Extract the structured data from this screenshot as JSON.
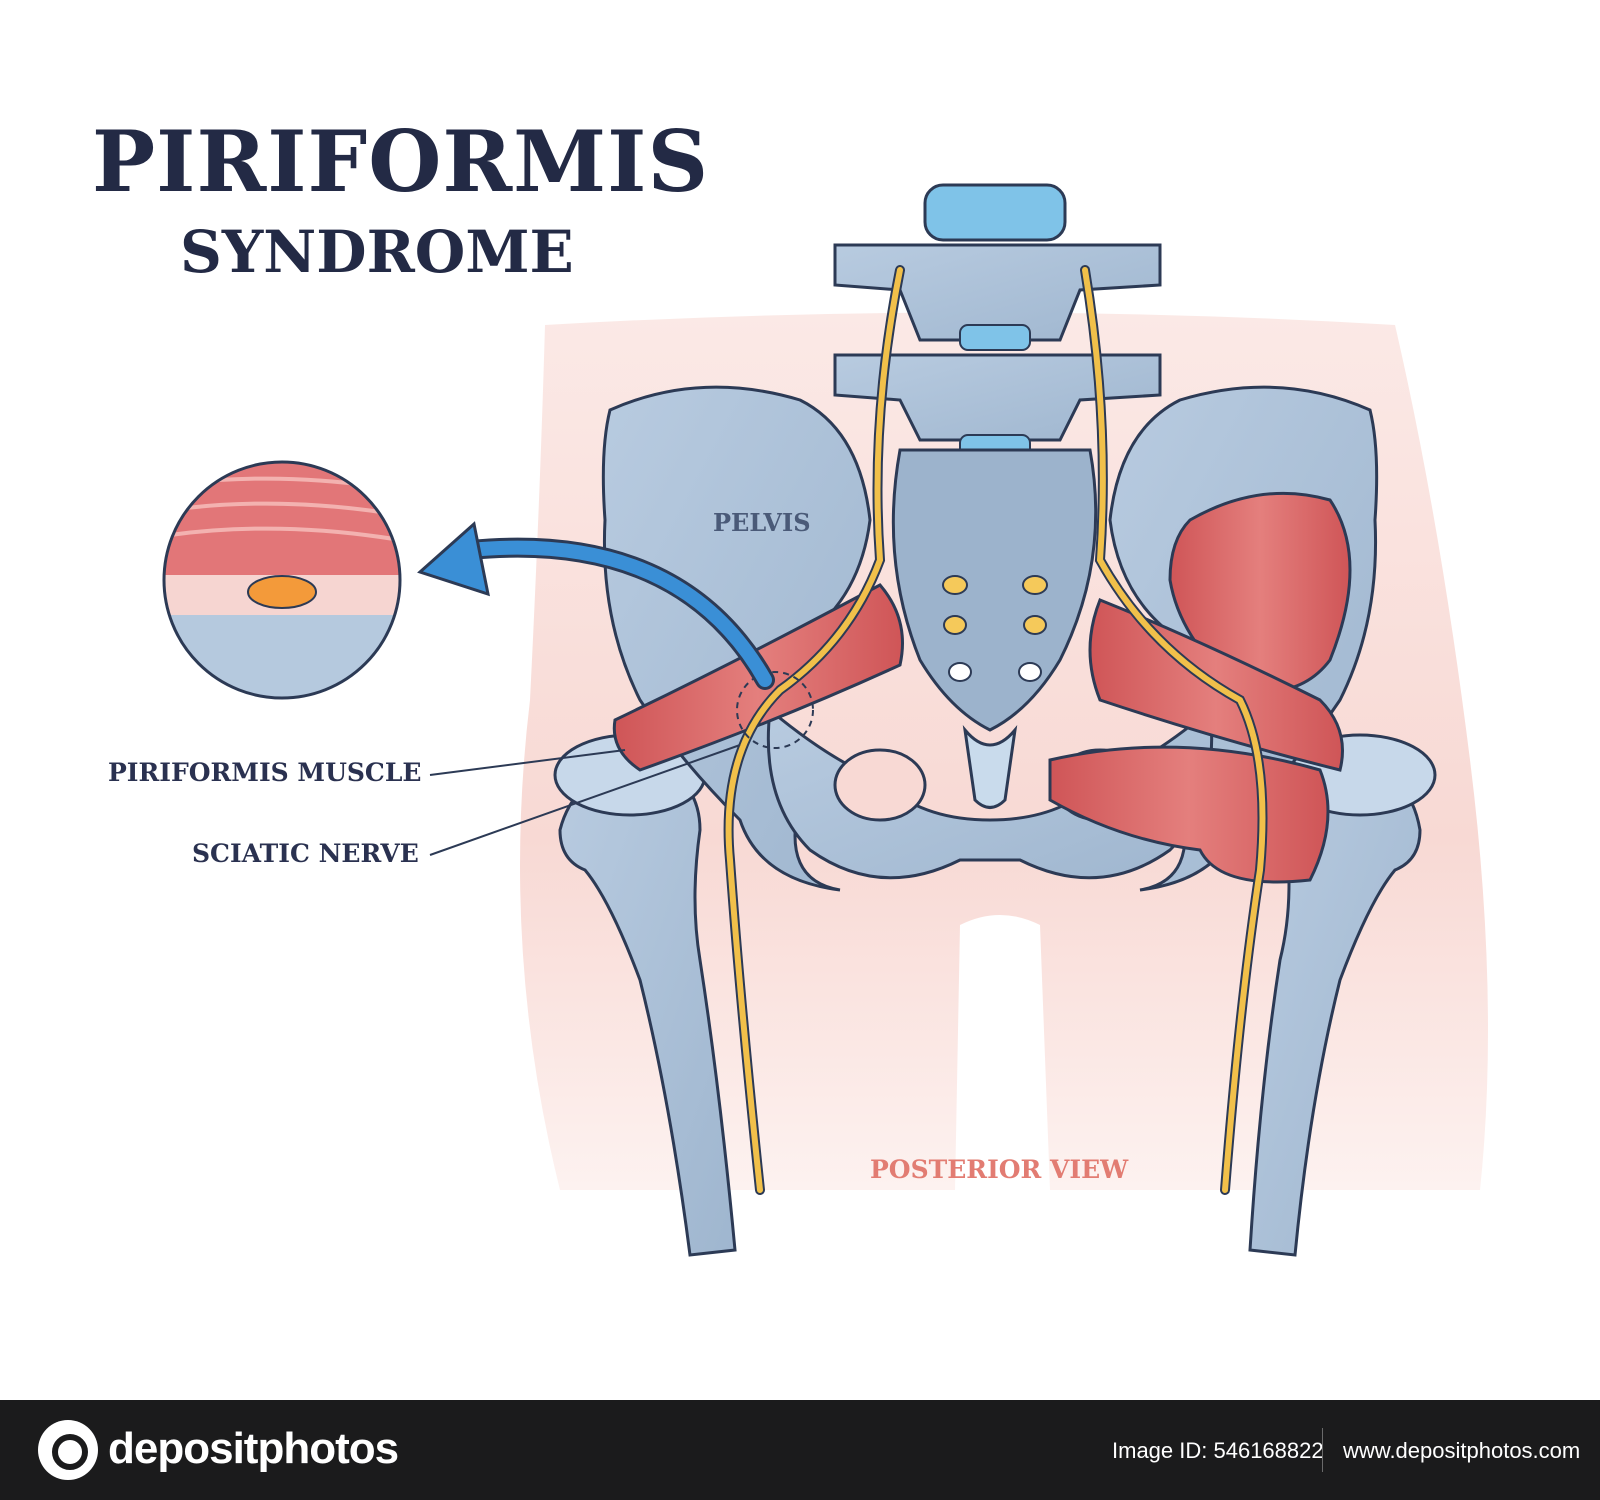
{
  "diagram": {
    "title": "PIRIFORMIS",
    "subtitle": "SYNDROME",
    "labels": {
      "pelvis": "PELVIS",
      "piriformis_muscle": "PIRIFORMIS MUSCLE",
      "sciatic_nerve": "SCIATIC NERVE",
      "view": "POSTERIOR VIEW"
    },
    "colors": {
      "title": "#232a45",
      "bone": "#a9bfd6",
      "bone_outline": "#2c3a55",
      "muscle": "#d9686a",
      "nerve": "#f1c04a",
      "disc": "#7fc3e8",
      "arrow": "#3a8fd6",
      "view_label": "#e27c72"
    }
  },
  "footer": {
    "brand": "depositphotos",
    "image_id": "Image ID: 546168822",
    "site": "www.depositphotos.com"
  }
}
